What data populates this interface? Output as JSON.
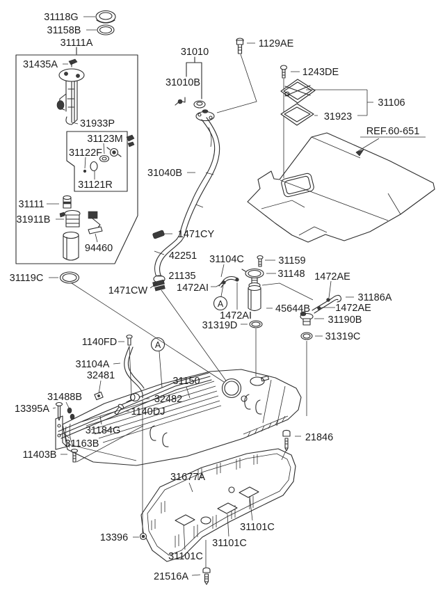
{
  "page": {
    "background": "#ffffff",
    "line_color": "#2b2b2b",
    "text_color": "#1c1c1c"
  },
  "labels": {
    "p31118G": "31118G",
    "p31158B": "31158B",
    "p31111A": "31111A",
    "p31435A": "31435A",
    "p31933P": "31933P",
    "p31123M": "31123M",
    "p31122F": "31122F",
    "p31121R": "31121R",
    "p31111": "31111",
    "p31911B": "31911B",
    "p94460": "94460",
    "p31119C": "31119C",
    "p31010": "31010",
    "p31010B": "31010B",
    "p1129AE": "1129AE",
    "p1243DE": "1243DE",
    "p31106": "31106",
    "p31923": "31923",
    "ref": "REF.60-651",
    "p31040B": "31040B",
    "p1471CY": "1471CY",
    "p42251": "42251",
    "p21135": "21135",
    "p1471CW": "1471CW",
    "p31104C": "31104C",
    "p1472AI": "1472AI",
    "calloutA": "A",
    "p31319D": "31319D",
    "p31159": "31159",
    "p31148": "31148",
    "p1472AE": "1472AE",
    "p31186A": "31186A",
    "p45644B": "45644B",
    "p31190B": "31190B",
    "p31319C": "31319C",
    "p1140FD": "1140FD",
    "p31104A": "31104A",
    "p32481": "32481",
    "p31488B": "31488B",
    "p13395A": "13395A",
    "p32482": "32482",
    "p1140DJ": "1140DJ",
    "p31184G": "31184G",
    "p31163B": "31163B",
    "p11403B": "11403B",
    "p31150": "31150",
    "p21846": "21846",
    "p31677A": "31677A",
    "p13396": "13396",
    "p31101C": "31101C",
    "p21516A": "21516A"
  }
}
